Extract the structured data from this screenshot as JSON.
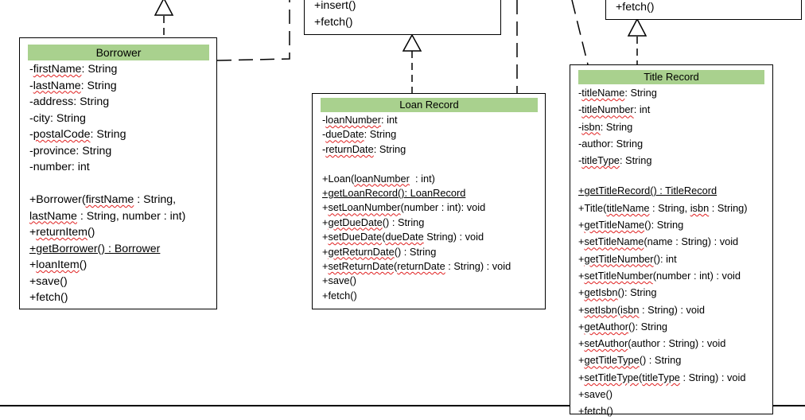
{
  "top_mid_box": {
    "methods": [
      "+insert()",
      "+fetch()"
    ]
  },
  "top_right_box": {
    "methods": [
      "+fetch()"
    ]
  },
  "borrower": {
    "title": "Borrower",
    "attributes": [
      "-firstName: String",
      "-lastName: String",
      "-address: String",
      "-city: String",
      "-postalCode: String",
      "-province: String",
      "-number: int"
    ],
    "methods": [
      "+Borrower(firstName : String,",
      "lastName : String, number : int)",
      "+returnItem()",
      "+getBorrower() : Borrower",
      "+loanItem()",
      "+save()",
      "+fetch()"
    ]
  },
  "loan_record": {
    "title": "Loan Record",
    "attributes": [
      "-loanNumber: int",
      "-dueDate: String",
      "-returnDate: String"
    ],
    "methods": [
      "+Loan(loanNumber  : int)",
      "+getLoanRecord(): LoanRecord",
      "+setLoanNumber(number : int): void",
      "+getDueDate() : String",
      "+setDueDate(dueDate String) : void",
      "+getReturnDate() : String",
      "+setReturnDate(returnDate : String) : void",
      "+save()",
      "+fetch()"
    ]
  },
  "title_record": {
    "title": "Title Record",
    "attributes": [
      "-titleName: String",
      "-titleNumber: int",
      "-isbn: String",
      "-author: String",
      "-titleType: String"
    ],
    "methods": [
      "+getTitleRecord() : TitleRecord",
      "+Title(titleName : String, isbn : String)",
      "+getTitleName(): String",
      "+setTitleName(name : String) : void",
      "+getTitleNumber(): int",
      "+setTitleNumber(number : int) : void",
      "+getIsbn(): String",
      "+setIsbn(isbn : String) : void",
      "+getAuthor(): String",
      "+setAuthor(author : String) : void",
      "+getTitleType() : String",
      "+setTitleType(titleType : String) : void",
      "+save()",
      "+fetch()"
    ]
  },
  "colors": {
    "header_fill": "#a9d18e",
    "border": "#000000",
    "spellcheck_underline": "#e02020"
  }
}
